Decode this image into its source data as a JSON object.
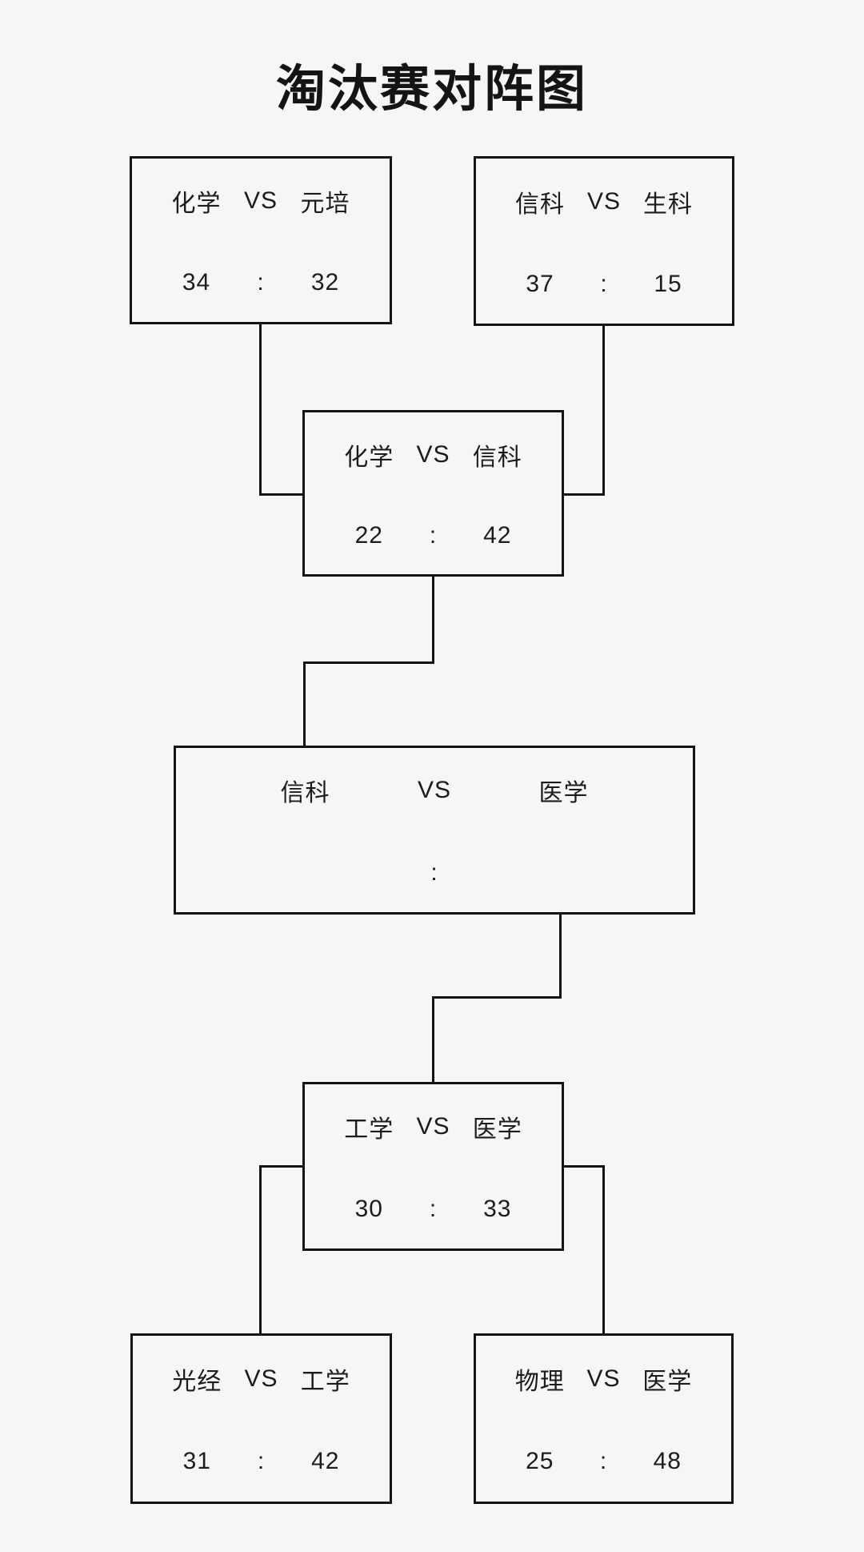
{
  "page": {
    "title": "淘汰赛对阵图",
    "background_color": "#f6f6f4",
    "line_color": "#141414"
  },
  "bracket": {
    "vs_label": "VS",
    "colon": ":",
    "matches": [
      {
        "round": "quarterfinal-top-left",
        "team_a": "化学",
        "team_b": "元培",
        "score_a": "34",
        "score_b": "32"
      },
      {
        "round": "quarterfinal-top-right",
        "team_a": "信科",
        "team_b": "生科",
        "score_a": "37",
        "score_b": "15"
      },
      {
        "round": "semifinal-top",
        "team_a": "化学",
        "team_b": "信科",
        "score_a": "22",
        "score_b": "42"
      },
      {
        "round": "final",
        "team_a": "信科",
        "team_b": "医学",
        "score_a": "",
        "score_b": ""
      },
      {
        "round": "semifinal-bottom",
        "team_a": "工学",
        "team_b": "医学",
        "score_a": "30",
        "score_b": "33"
      },
      {
        "round": "quarterfinal-bottom-left",
        "team_a": "光经",
        "team_b": "工学",
        "score_a": "31",
        "score_b": "42"
      },
      {
        "round": "quarterfinal-bottom-right",
        "team_a": "物理",
        "team_b": "医学",
        "score_a": "25",
        "score_b": "48"
      }
    ]
  }
}
